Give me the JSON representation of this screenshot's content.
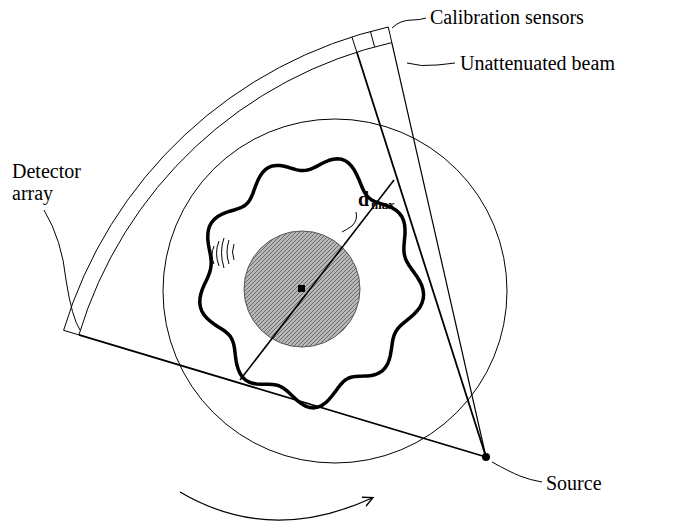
{
  "diagram": {
    "labels": [
      "Calibration sensors",
      "Unattenuated beam",
      "d",
      "max",
      "Detector array",
      "Source"
    ]
  }
}
